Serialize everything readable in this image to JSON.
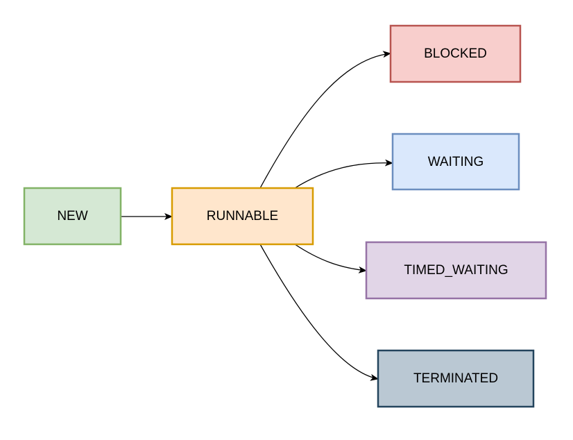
{
  "diagram": {
    "nodes": {
      "new": {
        "label": "NEW",
        "fill": "#d5e8d4",
        "stroke": "#82b366"
      },
      "runnable": {
        "label": "RUNNABLE",
        "fill": "#ffe6cc",
        "stroke": "#d79b00"
      },
      "blocked": {
        "label": "BLOCKED",
        "fill": "#f8cecc",
        "stroke": "#b85450"
      },
      "waiting": {
        "label": "WAITING",
        "fill": "#dae8fc",
        "stroke": "#6c8ebf"
      },
      "timed_waiting": {
        "label": "TIMED_WAITING",
        "fill": "#e1d5e7",
        "stroke": "#9673a6"
      },
      "terminated": {
        "label": "TERMINATED",
        "fill": "#bac8d3",
        "stroke": "#23445d"
      }
    },
    "edges": [
      {
        "from": "new",
        "to": "runnable"
      },
      {
        "from": "runnable",
        "to": "blocked"
      },
      {
        "from": "runnable",
        "to": "waiting"
      },
      {
        "from": "runnable",
        "to": "timed_waiting"
      },
      {
        "from": "runnable",
        "to": "terminated"
      }
    ]
  }
}
